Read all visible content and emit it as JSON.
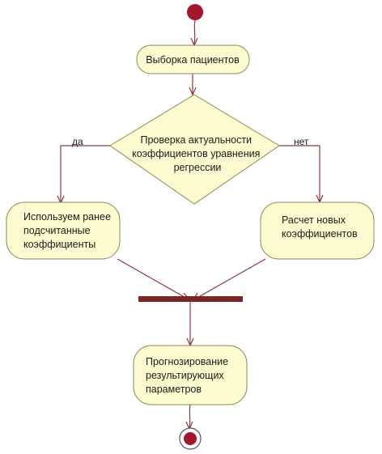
{
  "colors": {
    "node_fill": "#fcfcd0",
    "node_stroke": "#8a8a5a",
    "flow": "#8b3a3a",
    "initial": "#a3172a",
    "sync_bar": "#7a2626"
  },
  "nodes": {
    "select_patients": [
      "Выборка пациентов"
    ],
    "decision": [
      "Проверка актуальности",
      "коэффициентов уравнения",
      "регрессии"
    ],
    "use_previous": [
      "Используем ранее",
      "подсчитанные",
      "коэффициенты"
    ],
    "calc_new": [
      "Расчет новых",
      "коэффициентов"
    ],
    "forecast": [
      "Прогнозирование",
      "результирующих",
      "параметров"
    ]
  },
  "guards": {
    "yes": "да",
    "no": "нет"
  }
}
